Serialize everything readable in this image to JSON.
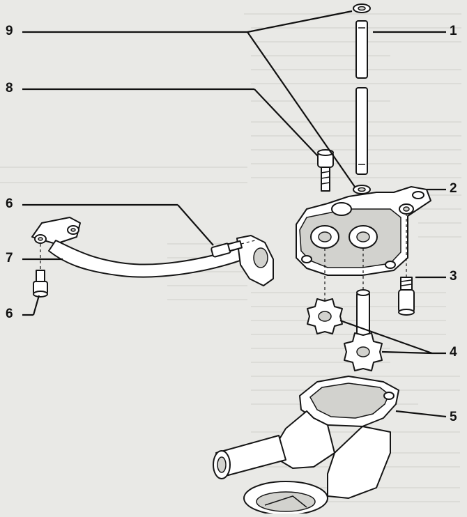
{
  "diagram": {
    "callouts": [
      {
        "id": "c9",
        "label": "9"
      },
      {
        "id": "c8",
        "label": "8"
      },
      {
        "id": "c6a",
        "label": "6"
      },
      {
        "id": "c7",
        "label": "7"
      },
      {
        "id": "c6b",
        "label": "6"
      },
      {
        "id": "c1",
        "label": "1"
      },
      {
        "id": "c2",
        "label": "2"
      },
      {
        "id": "c3",
        "label": "3"
      },
      {
        "id": "c4",
        "label": "4"
      },
      {
        "id": "c5",
        "label": "5"
      }
    ]
  }
}
